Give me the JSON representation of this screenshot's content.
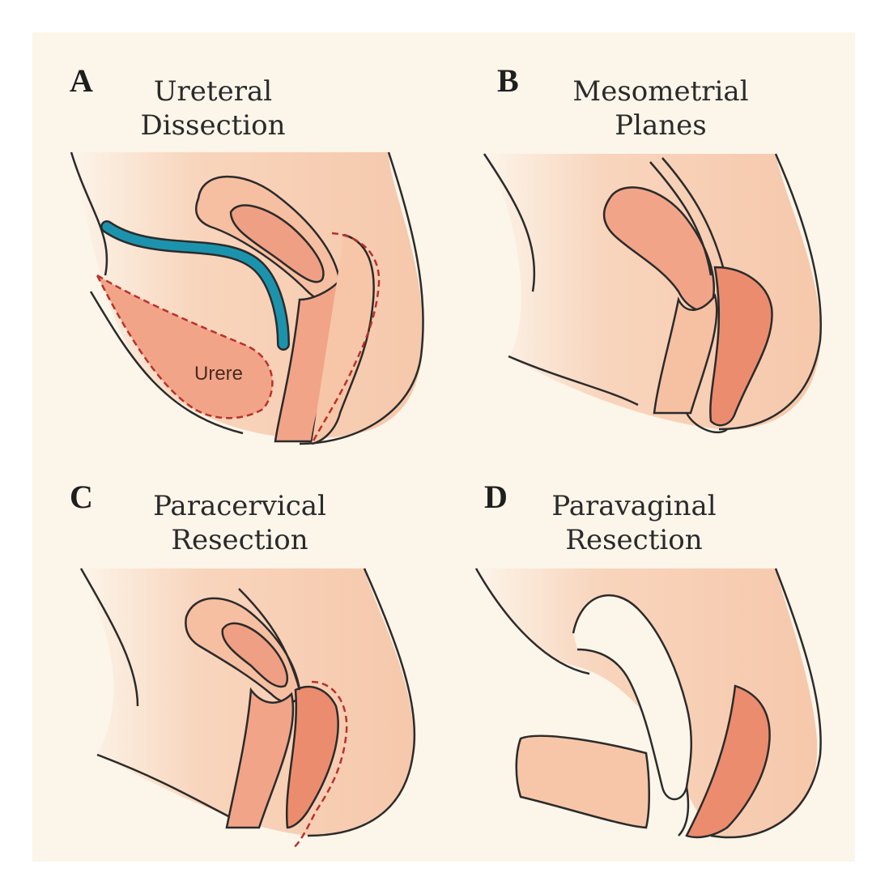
{
  "panels": [
    {
      "letter": "A",
      "title_line1": "Ureteral",
      "title_line2": "Dissection",
      "label": "Urere"
    },
    {
      "letter": "B",
      "title_line1": "Mesometrial",
      "title_line2": "Planes"
    },
    {
      "letter": "C",
      "title_line1": "Paracervical",
      "title_line2": "Resection"
    },
    {
      "letter": "D",
      "title_line1": "Paravaginal",
      "title_line2": "Resection"
    }
  ],
  "colors": {
    "background": "#fcf5ea",
    "tissue_light": "#f7c8aa",
    "tissue_mid": "#f2a489",
    "tissue_dark": "#ec8c6e",
    "ureter": "#1c93ad",
    "dashed_margin": "#b8322a",
    "outline": "#2b2b2b"
  }
}
